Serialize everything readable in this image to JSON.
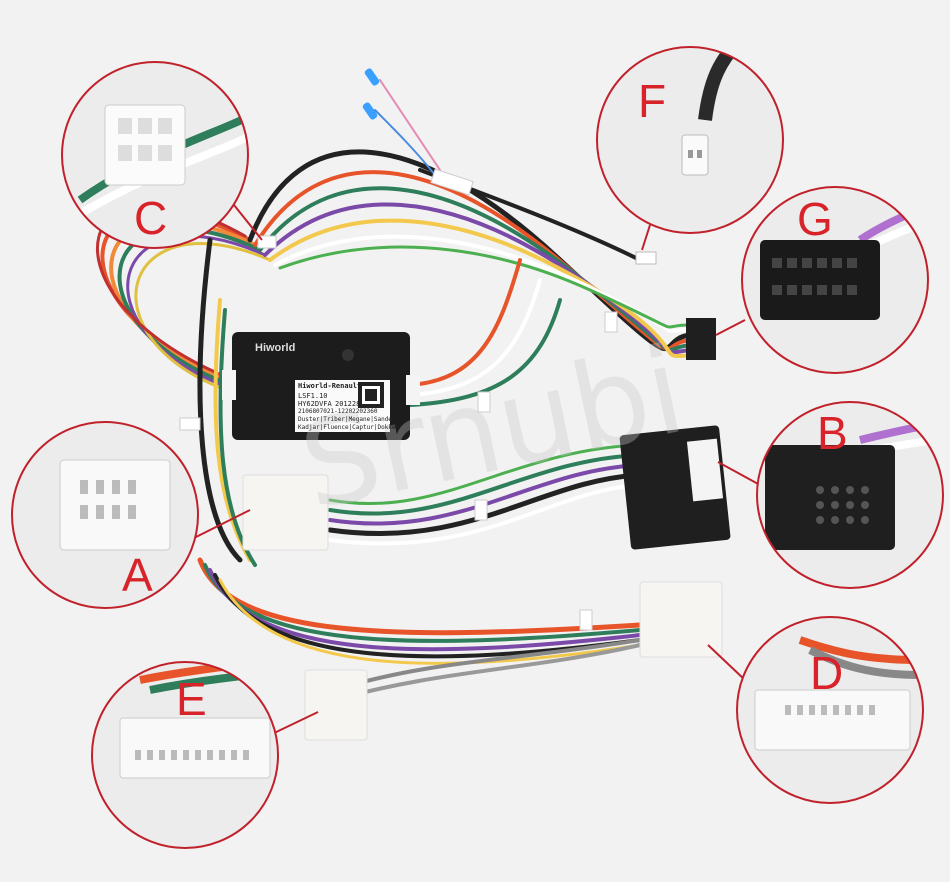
{
  "callouts": [
    {
      "id": "A",
      "label": "A"
    },
    {
      "id": "B",
      "label": "B"
    },
    {
      "id": "C",
      "label": "C"
    },
    {
      "id": "D",
      "label": "D"
    },
    {
      "id": "E",
      "label": "E"
    },
    {
      "id": "F",
      "label": "F"
    },
    {
      "id": "G",
      "label": "G"
    }
  ],
  "module": {
    "brand": "Hiworld",
    "label_title": "Hiworld-Renault",
    "label_code": "LSF1.10",
    "label_part": "HY62DVFA",
    "label_date": "201228",
    "label_serial": "2106807021-12202202360",
    "label_models_1": "Duster|Triber|Megane|Sandero",
    "label_models_2": "Kadjar|Fluence|Captur|Dokker"
  },
  "watermark": "Srnubi",
  "colors": {
    "callout_ring": "#c0212b",
    "callout_letter": "#d8232a",
    "background": "#f2f2f2"
  }
}
